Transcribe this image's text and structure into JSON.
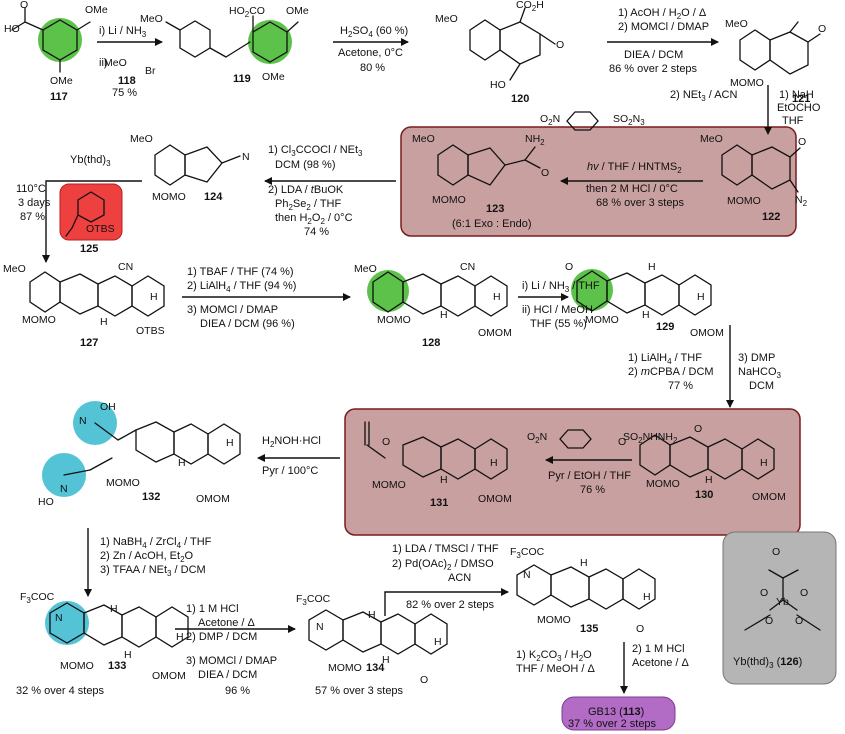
{
  "colors": {
    "highlight_green": "#5cc24a",
    "highlight_blue": "#55c3d6",
    "panel_red_fill": "#c9a0a0",
    "panel_red_border": "#7a1c1c",
    "tag_red": "#ef4040",
    "tag_purple": "#b26cc5",
    "panel_gray": "#b5b5b5"
  },
  "compounds": {
    "c117": "117",
    "c118": "118",
    "c119": "119",
    "c120": "120",
    "c121": "121",
    "c122": "122",
    "c123": "123",
    "c123_note": "(6:1 Exo : Endo)",
    "c124": "124",
    "c125": "125",
    "c127": "127",
    "c128": "128",
    "c129": "129",
    "c130": "130",
    "c131": "131",
    "c132": "132",
    "c133": "133",
    "c134": "134",
    "c135": "135",
    "c126_label": "Yb(thd)",
    "c126_sub": "3",
    "c126_num": "126",
    "final_name": "GB13 (",
    "final_num": "113",
    "final_close": ")",
    "final_yield": "37 % over 2 steps"
  },
  "atoms": {
    "HO": "HO",
    "O": "O",
    "OMe": "OMe",
    "MeO": "MeO",
    "Br": "Br",
    "CO2H": "CO",
    "two": "2",
    "H": "H",
    "HO_short": "HO",
    "N2": "N",
    "NH2": "NH",
    "MOMO": "MOMO",
    "N": "N",
    "OTBS": "OTBS",
    "CN": "CN",
    "OMOM": "OMOM",
    "OH": "OH",
    "F3COC": "F",
    "F3COC_b": "3",
    "F3COC_c": "COC",
    "SO2N3": "SO",
    "SO2N3_b": "N",
    "NO2_O": "O",
    "NO2_N": "N",
    "SO2NHNH2": "SO",
    "SO2NHNH2_b": "NHNH",
    "Yb": "Yb"
  },
  "conditions": {
    "s1a": "i) Li / NH",
    "s1b": "ii)",
    "s1y": "75 %",
    "s2a": "H",
    "s2b": "SO",
    "s2c": " (60 %)",
    "s2d": "Acetone, 0°C",
    "s2y": "80 %",
    "s3a": "1) AcOH / H",
    "s3a2": "O / Δ",
    "s3b": "2) MOMCl / DMAP",
    "s3c": "DIEA / DCM",
    "s3y": "86 % over 2 steps",
    "s4a": "1) NaH",
    "s4b": "EtOCHO",
    "s4c": "THF",
    "s4d": "2) NEt",
    "s4d2": " / ACN",
    "s5a": "hv",
    "s5a2": " / THF / HNTMS",
    "s5b": "then 2 M HCl / 0°C",
    "s5y": "68 % over 3 steps",
    "s6a": "1) Cl",
    "s6a2": "CCOCl / NEt",
    "s6b": "DCM (98 %)",
    "s6c": "2) LDA / ",
    "s6c2": "t",
    "s6c3": "BuOK",
    "s6d": "Ph",
    "s6d2": "Se",
    "s6d3": " / THF",
    "s6e": "then H",
    "s6e2": "O",
    "s6e3": " / 0°C",
    "s6y": "74 %",
    "s7a": "Yb(thd)",
    "s7b": "110°C",
    "s7c": "3 days",
    "s7y": "87 %",
    "s8a": "1) TBAF / THF (74 %)",
    "s8b": "2) LiAlH",
    "s8b2": " / THF (94 %)",
    "s8c": "3) MOMCl / DMAP",
    "s8d": "DIEA / DCM (96 %)",
    "s9a": "i) Li / NH",
    "s9a2": " / THF",
    "s9b": "ii) HCl / MeOH",
    "s9c": "THF (55 %)",
    "s10a": "1) LiAlH",
    "s10a2": " / THF",
    "s10b": "2) ",
    "s10b2": "m",
    "s10b3": "CPBA / DCM",
    "s10y": "77 %",
    "s10c": "3) DMP",
    "s10d": "NaHCO",
    "s10e": "DCM",
    "s11a": "Pyr / EtOH / THF",
    "s11y": "76 %",
    "s12a": "H",
    "s12a2": "NOH·HCl",
    "s12b": "Pyr / 100°C",
    "s13a": "1) NaBH",
    "s13a2": " / ZrCl",
    "s13a3": " / THF",
    "s13b": "2) Zn / AcOH, Et",
    "s13b2": "O",
    "s13c": "3) TFAA / NEt",
    "s13c2": " / DCM",
    "s13y": "32 % over 4 steps",
    "s14a": "1) 1 M HCl",
    "s14b": "Acetone / Δ",
    "s14c": "2) DMP / DCM",
    "s14d": "3) MOMCl / DMAP",
    "s14e": "DIEA / DCM",
    "s14y": "96 %",
    "s14y2": "57 % over 3 steps",
    "s15a": "1) LDA / TMSCl / THF",
    "s15b": "2) Pd(OAc)",
    "s15b2": " / DMSO",
    "s15c": "ACN",
    "s15y": "82 % over 2 steps",
    "s16a": "1) K",
    "s16a2": "CO",
    "s16a3": " / H",
    "s16a4": "O",
    "s16b": "THF / MeOH / Δ",
    "s16c": "2) 1 M HCl",
    "s16d": "Acetone / Δ",
    "sub2": "2",
    "sub3": "3",
    "sub4": "4"
  }
}
